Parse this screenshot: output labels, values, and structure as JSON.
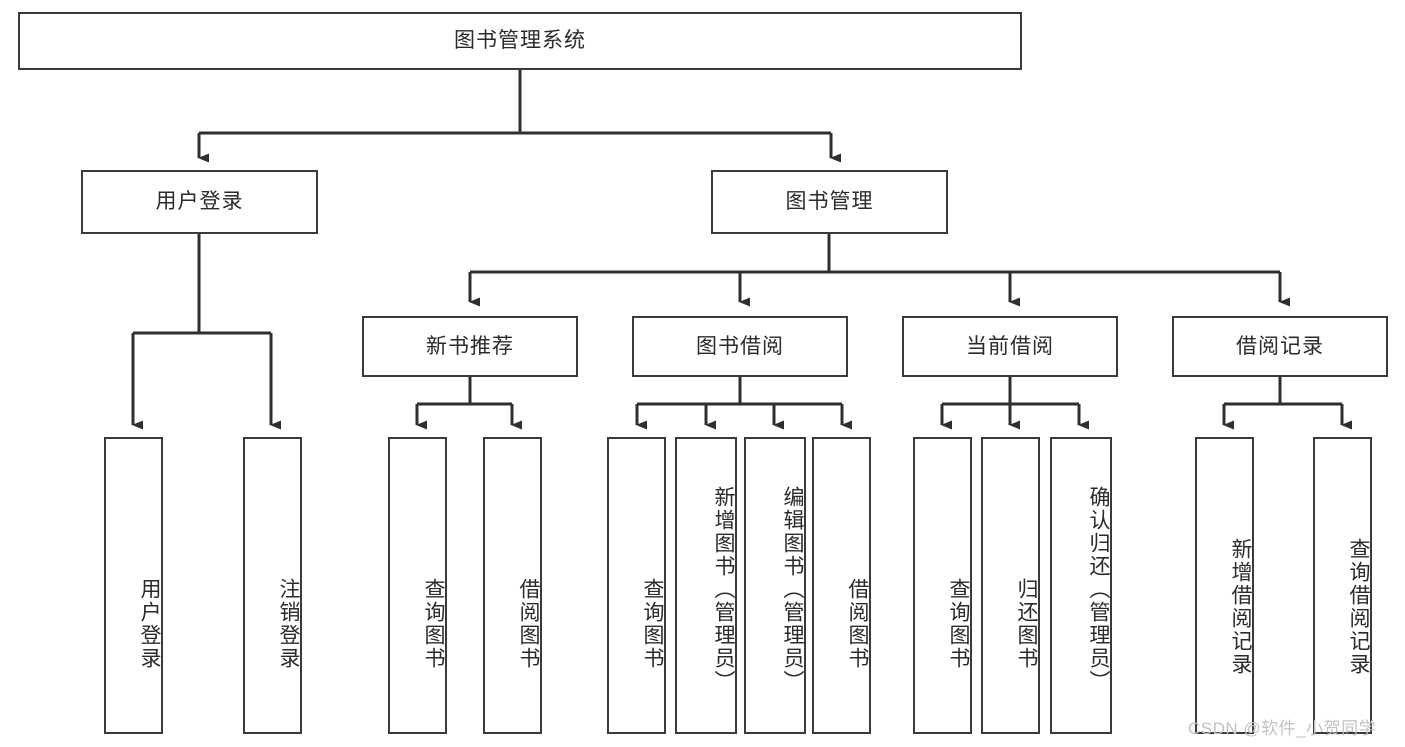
{
  "diagram": {
    "title": "图书管理系统",
    "type": "hierarchy-tree",
    "colors": {
      "box_border": "#3a3a3a",
      "box_fill": "#ffffff",
      "edge": "#2f2f2f",
      "text": "#2b2b2b",
      "watermark": "#c2c2c2"
    },
    "nodes": {
      "root": {
        "label": "图书管理系统",
        "level": 1,
        "orientation": "horizontal"
      },
      "l2": [
        {
          "id": "user-login",
          "label": "用户登录",
          "level": 2,
          "orientation": "horizontal"
        },
        {
          "id": "book-manage",
          "label": "图书管理",
          "level": 2,
          "orientation": "horizontal"
        }
      ],
      "l3": [
        {
          "id": "new-book-recommend",
          "label": "新书推荐",
          "level": 3,
          "orientation": "horizontal"
        },
        {
          "id": "book-borrow",
          "label": "图书借阅",
          "level": 3,
          "orientation": "horizontal"
        },
        {
          "id": "current-borrow",
          "label": "当前借阅",
          "level": 3,
          "orientation": "horizontal"
        },
        {
          "id": "borrow-record",
          "label": "借阅记录",
          "level": 3,
          "orientation": "horizontal"
        }
      ],
      "leaves": [
        {
          "id": "leaf-user-login",
          "label": "用户登录",
          "parent": "user-login",
          "orientation": "vertical"
        },
        {
          "id": "leaf-user-logout",
          "label": "注销登录",
          "parent": "user-login",
          "orientation": "vertical"
        },
        {
          "id": "leaf-query-book-1",
          "label": "查询图书",
          "parent": "new-book-recommend",
          "orientation": "vertical"
        },
        {
          "id": "leaf-borrow-book-1",
          "label": "借阅图书",
          "parent": "new-book-recommend",
          "orientation": "vertical"
        },
        {
          "id": "leaf-query-book-2",
          "label": "查询图书",
          "parent": "book-borrow",
          "orientation": "vertical"
        },
        {
          "id": "leaf-add-book",
          "label": "新增图书（管理员）",
          "parent": "book-borrow",
          "orientation": "vertical"
        },
        {
          "id": "leaf-edit-book",
          "label": "编辑图书（管理员）",
          "parent": "book-borrow",
          "orientation": "vertical"
        },
        {
          "id": "leaf-borrow-book-2",
          "label": "借阅图书",
          "parent": "book-borrow",
          "orientation": "vertical"
        },
        {
          "id": "leaf-query-book-3",
          "label": "查询图书",
          "parent": "current-borrow",
          "orientation": "vertical"
        },
        {
          "id": "leaf-return-book",
          "label": "归还图书",
          "parent": "current-borrow",
          "orientation": "vertical"
        },
        {
          "id": "leaf-confirm-return",
          "label": "确认归还（管理员）",
          "parent": "current-borrow",
          "orientation": "vertical"
        },
        {
          "id": "leaf-add-record",
          "label": "新增借阅记录",
          "parent": "borrow-record",
          "orientation": "vertical"
        },
        {
          "id": "leaf-query-record",
          "label": "查询借阅记录",
          "parent": "borrow-record",
          "orientation": "vertical"
        }
      ]
    },
    "watermark": "CSDN @软件_小贺同学"
  }
}
